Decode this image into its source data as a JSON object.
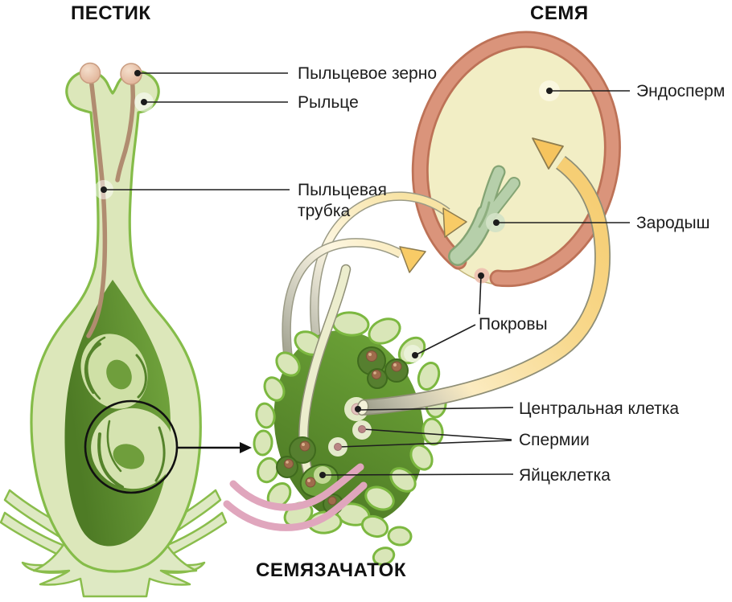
{
  "titles": {
    "pistil": "ПЕСТИК",
    "seed": "СЕМЯ",
    "ovule": "СЕМЯЗАЧАТОК"
  },
  "labels": {
    "pollen_grain": "Пыльцевое зерно",
    "stigma": "Рыльце",
    "pollen_tube": "Пыльцевая трубка",
    "endosperm": "Эндосперм",
    "embryo": "Зародыш",
    "integuments": "Покровы",
    "central_cell": "Центральная клетка",
    "sperm": "Спермии",
    "egg": "Яйцеклетка"
  },
  "colors": {
    "outline_green": "#7FBB45",
    "pistil_fill": "#DCE7BA",
    "dark_green": "#54812A",
    "ovule_interior": "#669934",
    "cell_light": "#D9E6B8",
    "seed_coat": "#DA947B",
    "seed_coat_outline": "#BD7257",
    "seed_interior": "#F2EEC5",
    "embryo_green": "#B6CFAA",
    "arrow_yellow": "#F6CE74",
    "arrowhead_yellow": "#F7C85F",
    "pink_ribbon": "#E0A6BD",
    "pollen_tube_brown": "#B08C70",
    "grain_pink": "#E9C6AE",
    "leader_line": "#1f1f1f"
  }
}
